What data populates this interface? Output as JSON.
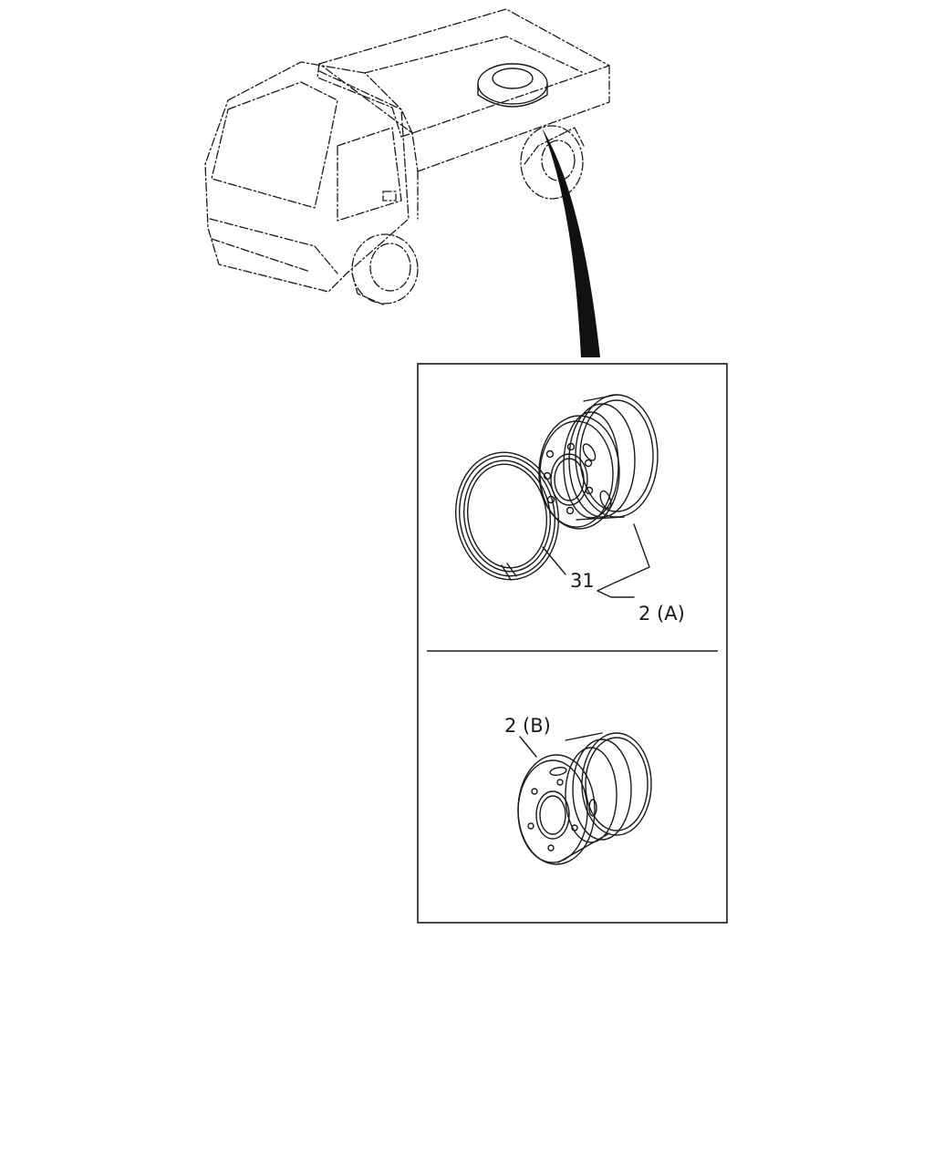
{
  "callouts": {
    "ring": "31",
    "wheel_a": "2 (A)",
    "wheel_b": "2 (B)"
  },
  "colors": {
    "line": "#1a1a1a",
    "background": "#ffffff"
  }
}
